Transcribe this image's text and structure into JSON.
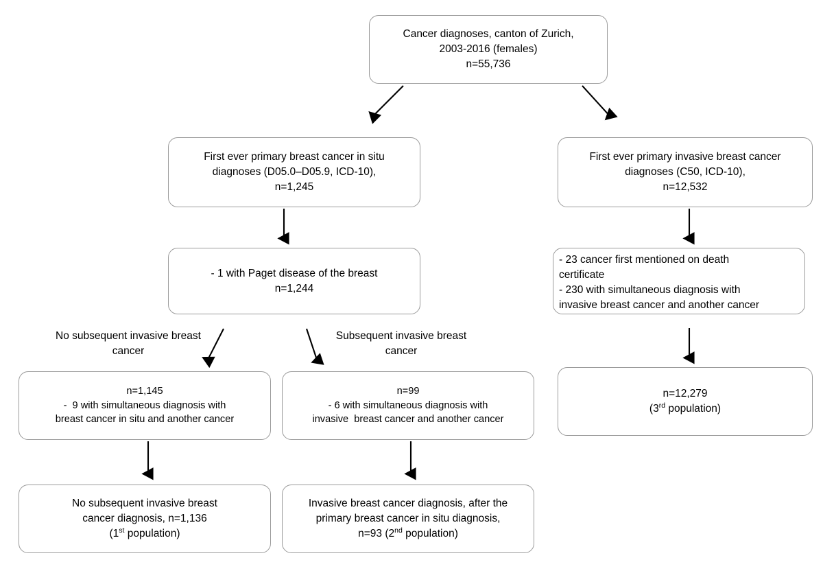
{
  "diagram": {
    "title": "Study population flowchart: breast cancer in situ and invasive breast cancer, canton of Zurich",
    "type": "flowchart",
    "line_color": "#9a9a9a",
    "arrow_color": "#000000",
    "text_color": "#000000",
    "background": "#ffffff"
  },
  "nodes": {
    "source": {
      "id": "source-cohort",
      "lines": [
        "Cancer diagnoses, canton of Zurich,",
        "2003-2016 (females)",
        "n=55,736"
      ],
      "n": "55,736"
    },
    "insitu": {
      "id": "first-ever-in-situ",
      "lines": [
        "First ever primary breast cancer in situ",
        "diagnoses (D05.0–D05.9, ICD-10),",
        "n=1,245"
      ],
      "n": "1,245"
    },
    "invasive": {
      "id": "first-ever-invasive",
      "lines": [
        "First ever primary invasive breast cancer",
        "diagnoses (C50, ICD-10),",
        "n=12,532"
      ],
      "n": "12,532"
    },
    "paget": {
      "id": "paget-exclusion",
      "lines": [
        "- 1 with Paget disease of the breast",
        "n=1,244"
      ],
      "n": "1,244"
    },
    "invasive_exclusions": {
      "id": "invasive-exclusions",
      "lines": [
        "- 23 cancer first mentioned on death",
        "certificate",
        "- 230 with simultaneous diagnosis with",
        " invasive breast cancer and another cancer"
      ]
    },
    "no_subsequent": {
      "id": "no-subsequent-invasive",
      "lines": [
        "n=1,145",
        "-  9 with simultaneous diagnosis with",
        "breast cancer in situ and another cancer"
      ],
      "n": "1,145"
    },
    "subsequent": {
      "id": "subsequent-invasive",
      "lines": [
        "n=99",
        "- 6 with simultaneous diagnosis with",
        "invasive  breast cancer and another cancer"
      ],
      "n": "99"
    },
    "third_population": {
      "id": "third-population",
      "line1": "n=12,279",
      "line2_prefix": "(3",
      "line2_sup": "rd",
      "line2_suffix": " population)",
      "n": "12,279",
      "population": "3rd"
    },
    "first_population": {
      "id": "first-population",
      "line1": "No subsequent invasive breast",
      "line2": "cancer diagnosis, n=1,136",
      "line3_prefix": "(1",
      "line3_sup": "st",
      "line3_suffix": " population)",
      "n": "1,136",
      "population": "1st"
    },
    "second_population": {
      "id": "second-population",
      "line1": "Invasive breast cancer diagnosis, after the",
      "line2": "primary breast cancer in situ diagnosis,",
      "line3_prefix": "n=93 (2",
      "line3_sup": "nd",
      "line3_suffix": " population)",
      "n": "93",
      "population": "2nd"
    }
  },
  "labels": {
    "no_subsequent_branch": {
      "line1": "No subsequent invasive",
      "line2": "breast cancer"
    },
    "subsequent_branch": {
      "line1": "Subsequent invasive",
      "line2": "breast cancer"
    }
  }
}
